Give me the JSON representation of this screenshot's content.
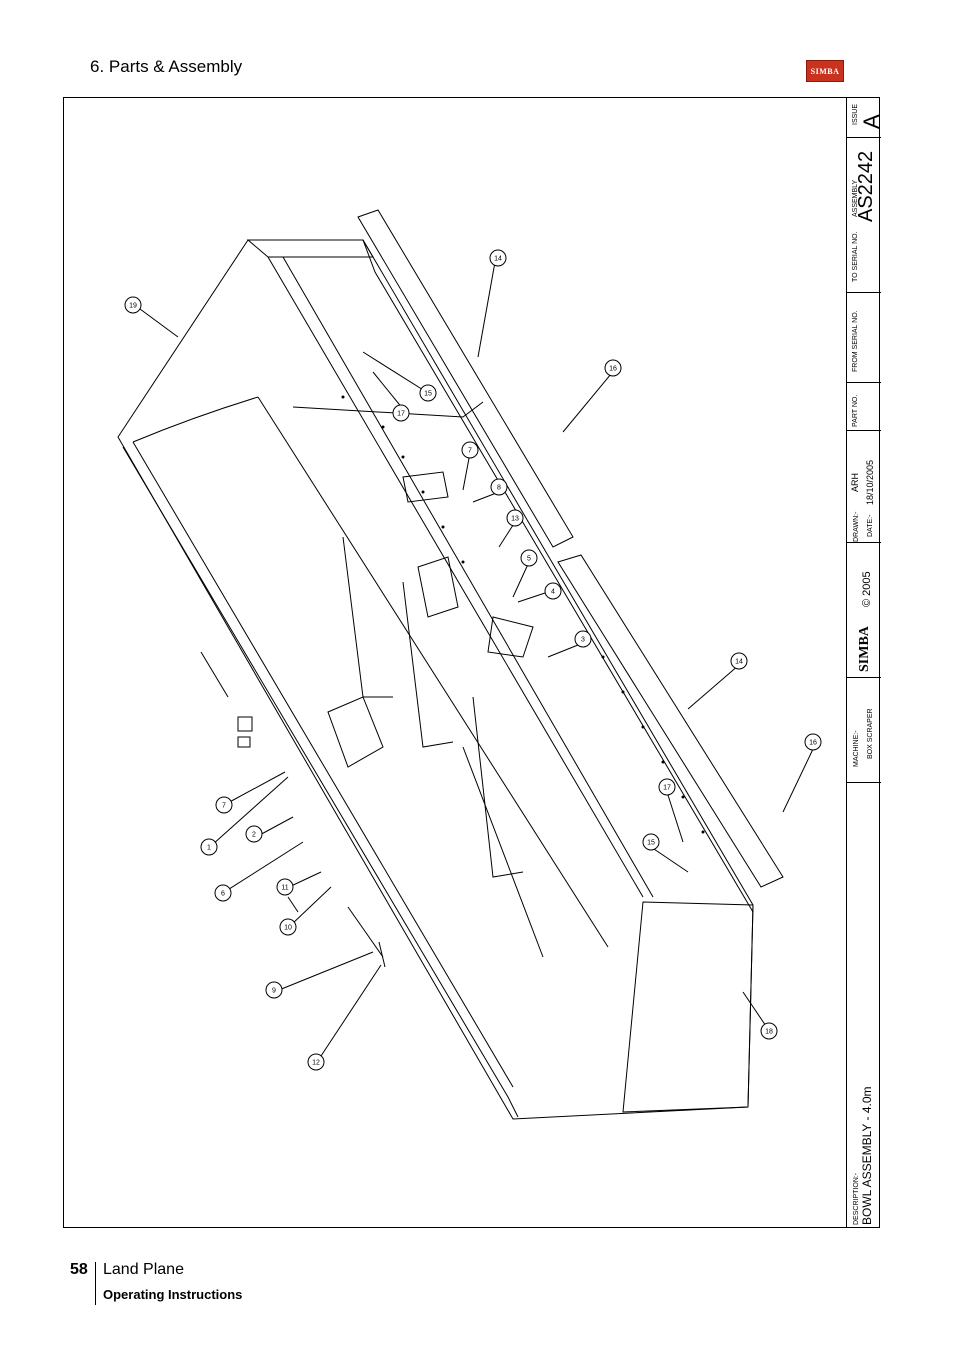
{
  "header": {
    "section_title": "6. Parts & Assembly",
    "logo_text": "SIMBA"
  },
  "title_block": {
    "issue_label": "ISSUE",
    "issue_value": "A",
    "assembly_label": "ASSEMBLY",
    "assembly_value": "AS2242",
    "to_serial_label": "TO SERIAL NO.",
    "from_serial_label": "FROM SERIAL NO.",
    "part_no_label": "PART NO.",
    "drawn_label": "DRAWN:-",
    "drawn_value": "ARH",
    "date_label": "DATE:-",
    "date_value": "18/10/2005",
    "brand": "SIMBA",
    "copyright": "© 2005",
    "machine_label": "MACHINE:-",
    "machine_value": "BOX SCRAPER",
    "description_label": "DESCRIPTION:-",
    "description_value": "BOWL ASSEMBLY - 4.0m"
  },
  "callouts": [
    "19",
    "14",
    "16",
    "15",
    "17",
    "7",
    "8",
    "13",
    "5",
    "4",
    "3",
    "14",
    "16",
    "17",
    "15",
    "7",
    "1",
    "2",
    "6",
    "11",
    "10",
    "9",
    "12",
    "18"
  ],
  "footer": {
    "page_number": "58",
    "title": "Land Plane",
    "subtitle": "Operating Instructions"
  }
}
